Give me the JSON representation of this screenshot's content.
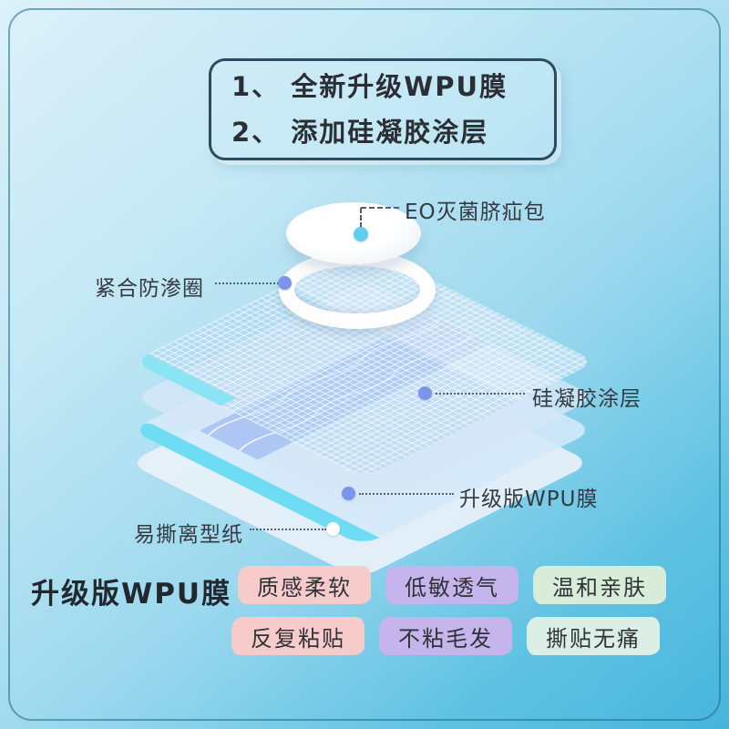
{
  "colors": {
    "mesh_corner_strip": "#8ae4f3",
    "gel_band": "#a9c2f2",
    "wpu_strip": "#6edcf2"
  },
  "header_box": {
    "line1": "1、 全新升级WPU膜",
    "line2": "2、 添加硅凝胶涂层"
  },
  "diagram": {
    "labels": [
      {
        "text": "EO灭菌脐疝包",
        "dot": "#5fcdee"
      },
      {
        "text": "紧合防渗圈",
        "dot": "#7b96e8"
      },
      {
        "text": "硅凝胶涂层",
        "dot": "#7b96e8"
      },
      {
        "text": "升级版WPU膜",
        "dot": "#7b96e8"
      },
      {
        "text": "易撕离型纸",
        "dot": "#ffffff"
      }
    ]
  },
  "features": {
    "heading": "升级版WPU膜",
    "badges": [
      {
        "label": "质感柔软",
        "bg": "#f6cbca"
      },
      {
        "label": "低敏透气",
        "bg": "#c6b5ed"
      },
      {
        "label": "温和亲肤",
        "bg": "#d9ecd8"
      },
      {
        "label": "反复粘贴",
        "bg": "#f6cbca"
      },
      {
        "label": "不粘毛发",
        "bg": "#c6b5ed"
      },
      {
        "label": "撕贴无痛",
        "bg": "#dcefe6"
      }
    ]
  }
}
